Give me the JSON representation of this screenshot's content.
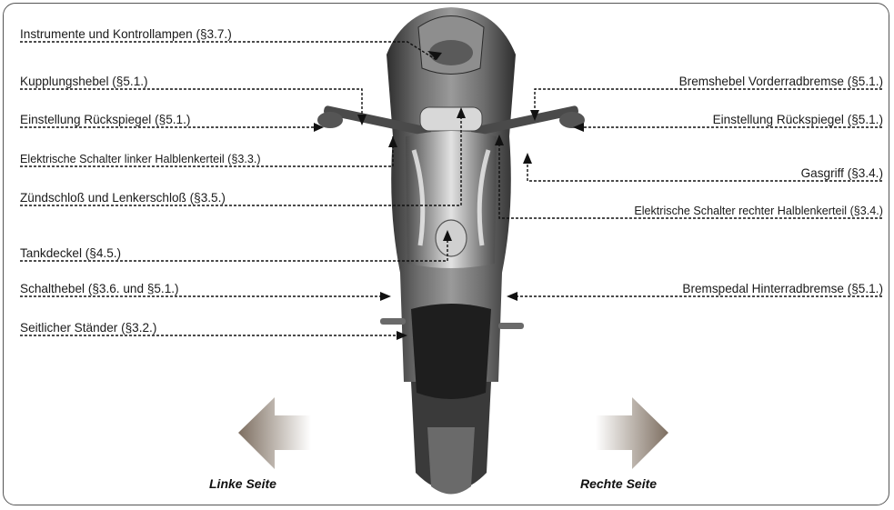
{
  "labels_left": [
    "Instrumente und Kontrollampen (§3.7.)",
    "Kupplungshebel (§5.1.)",
    "Einstellung Rückspiegel (§5.1.)",
    "Elektrische Schalter linker Halblenkerteil (§3.3.)",
    "Zündschloß und Lenkerschloß (§3.5.)",
    "Tankdeckel (§4.5.)",
    "Schalthebel (§3.6. und §5.1.)",
    "Seitlicher Ständer (§3.2.)"
  ],
  "labels_right": [
    "Bremshebel Vorderradbremse (§5.1.)",
    "Einstellung Rückspiegel (§5.1.)",
    "Gasgriff (§3.4.)",
    "Elektrische Schalter rechter Halblenkerteil (§3.4.)",
    "Bremspedal Hinterradbremse (§5.1.)"
  ],
  "side_left": "Linke Seite",
  "side_right": "Rechte Seite",
  "colors": {
    "body_dark": "#3c3c3c",
    "body_mid": "#7a7a7a",
    "body_light": "#c8c8c8",
    "seat": "#1e1e1e",
    "arrow_brown": "#8a7a6a",
    "border": "#555555"
  }
}
